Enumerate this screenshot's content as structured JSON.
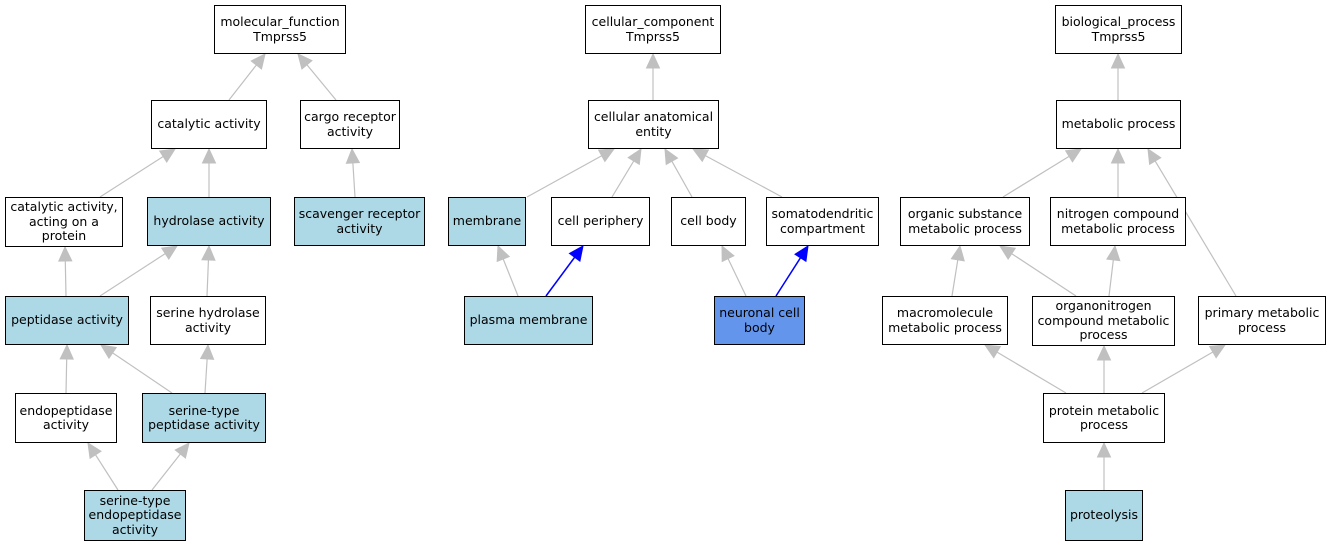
{
  "colors": {
    "default_fill": "#ffffff",
    "annotated_fill": "#add8e6",
    "focus_fill": "#6495ed",
    "edge_default": "#c0c0c0",
    "edge_highlight": "#0000ff",
    "border": "#000000"
  },
  "nodes": {
    "mf_root": "molecular_function\nTmprss5",
    "catalytic_activity": "catalytic activity",
    "cargo_receptor_activity": "cargo receptor\nactivity",
    "catalytic_on_protein": "catalytic activity,\nacting on a\nprotein",
    "hydrolase_activity": "hydrolase activity",
    "scavenger_receptor_activity": "scavenger receptor\nactivity",
    "peptidase_activity": "peptidase activity",
    "serine_hydrolase_activity": "serine hydrolase\nactivity",
    "endopeptidase_activity": "endopeptidase\nactivity",
    "serine_peptidase_activity": "serine-type\npeptidase activity",
    "serine_endopeptidase_activity": "serine-type\nendopeptidase\nactivity",
    "cc_root": "cellular_component\nTmprss5",
    "cellular_anatomical_entity": "cellular anatomical\nentity",
    "membrane": "membrane",
    "cell_periphery": "cell periphery",
    "cell_body": "cell body",
    "somatodendritic_compartment": "somatodendritic\ncompartment",
    "plasma_membrane": "plasma membrane",
    "neuronal_cell_body": "neuronal cell\nbody",
    "bp_root": "biological_process\nTmprss5",
    "metabolic_process": "metabolic process",
    "organic_substance_metabolic_process": "organic substance\nmetabolic process",
    "nitrogen_compound_metabolic_process": "nitrogen compound\nmetabolic process",
    "macromolecule_metabolic_process": "macromolecule\nmetabolic process",
    "organonitrogen_compound_metabolic_process": "organonitrogen\ncompound metabolic\nprocess",
    "primary_metabolic_process": "primary metabolic\nprocess",
    "protein_metabolic_process": "protein metabolic\nprocess",
    "proteolysis": "proteolysis"
  }
}
